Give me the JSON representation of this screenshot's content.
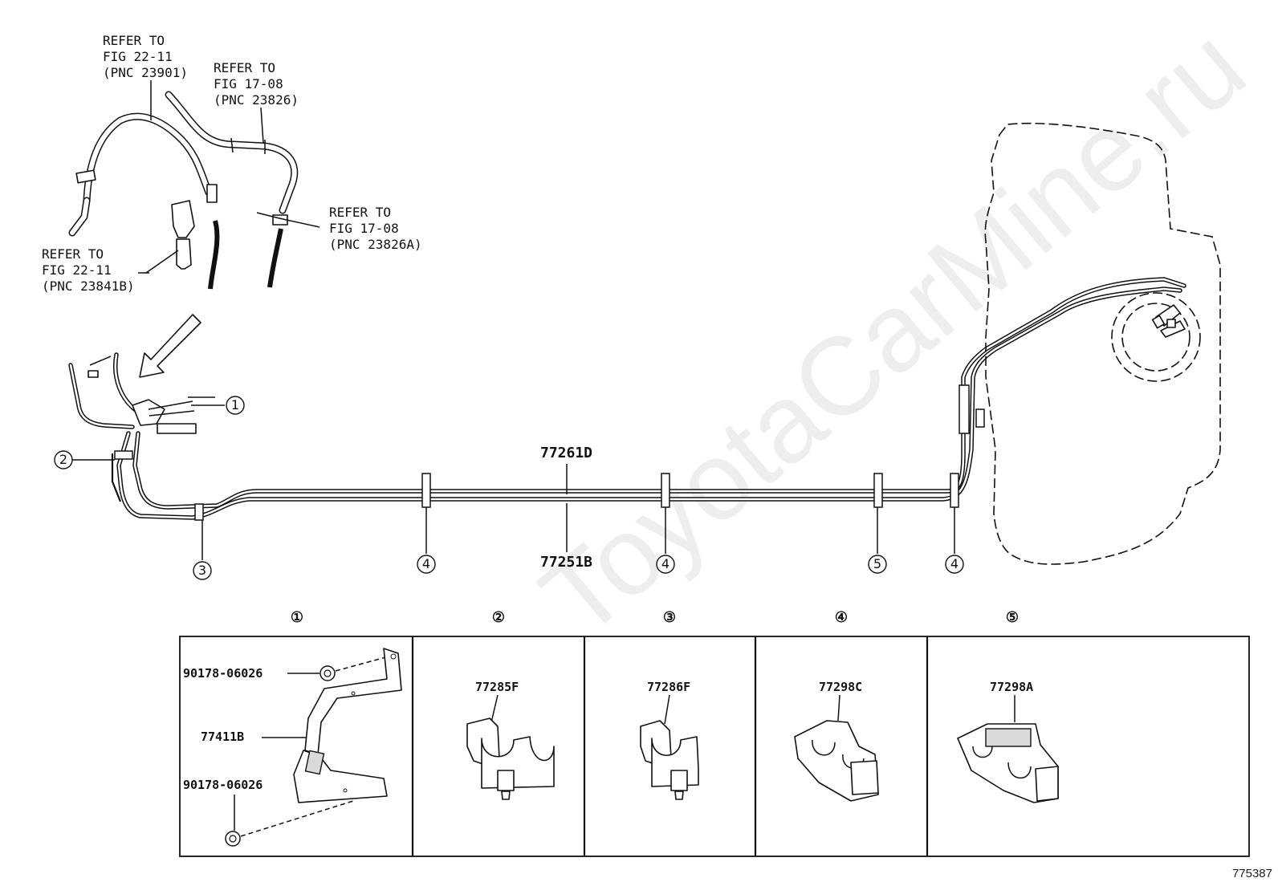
{
  "watermark": "ToyotaCarMine.ru",
  "figure_number": "775387",
  "references": [
    {
      "line1": "REFER TO",
      "line2": "FIG 22-11",
      "line3": "(PNC 23901)"
    },
    {
      "line1": "REFER TO",
      "line2": "FIG 17-08",
      "line3": "(PNC 23826)"
    },
    {
      "line1": "REFER TO",
      "line2": "FIG 17-08",
      "line3": "(PNC 23826A)"
    },
    {
      "line1": "REFER TO",
      "line2": "FIG 22-11",
      "line3": "(PNC 23841B)"
    }
  ],
  "main_parts": {
    "upper_tube": "77261D",
    "lower_tube": "77251B"
  },
  "callouts": [
    "①",
    "②",
    "③",
    "④",
    "⑤"
  ],
  "detail_panels": [
    {
      "header": "①",
      "parts": [
        "90178-06026",
        "77411B",
        "90178-06026"
      ]
    },
    {
      "header": "②",
      "parts": [
        "77285F"
      ]
    },
    {
      "header": "③",
      "parts": [
        "77286F"
      ]
    },
    {
      "header": "④",
      "parts": [
        "77298C"
      ]
    },
    {
      "header": "⑤",
      "parts": [
        "77298A"
      ]
    }
  ]
}
